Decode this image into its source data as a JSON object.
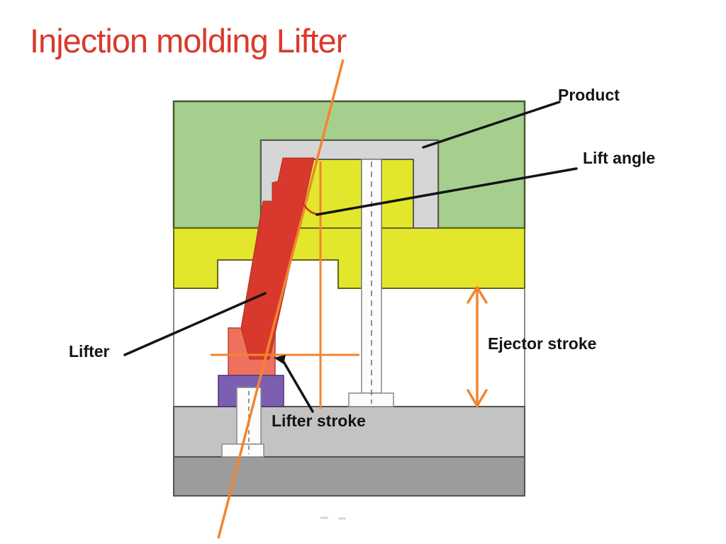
{
  "title": "Injection molding Lifter",
  "labels": {
    "product": "Product",
    "lift_angle": "Lift angle",
    "lifter": "Lifter",
    "lifter_stroke": "Lifter stroke",
    "ejector_stroke": "Ejector stroke"
  },
  "colors": {
    "title_red": "#d93a2b",
    "cavity_plate_green": "#a6cf8d",
    "core_plate_yellow": "#e3e72b",
    "lifter_red": "#d8392c",
    "lifter_foot_salmon": "#f0705e",
    "riser_block_purple": "#7d5fb2",
    "product_gray": "#d6d6d6",
    "retainer_plate_gray": "#c3c3c3",
    "base_plate_gray": "#9c9c9c",
    "annotation_orange": "#f28530",
    "angle_arc_red": "#c43b17",
    "label_black": "#141414"
  }
}
